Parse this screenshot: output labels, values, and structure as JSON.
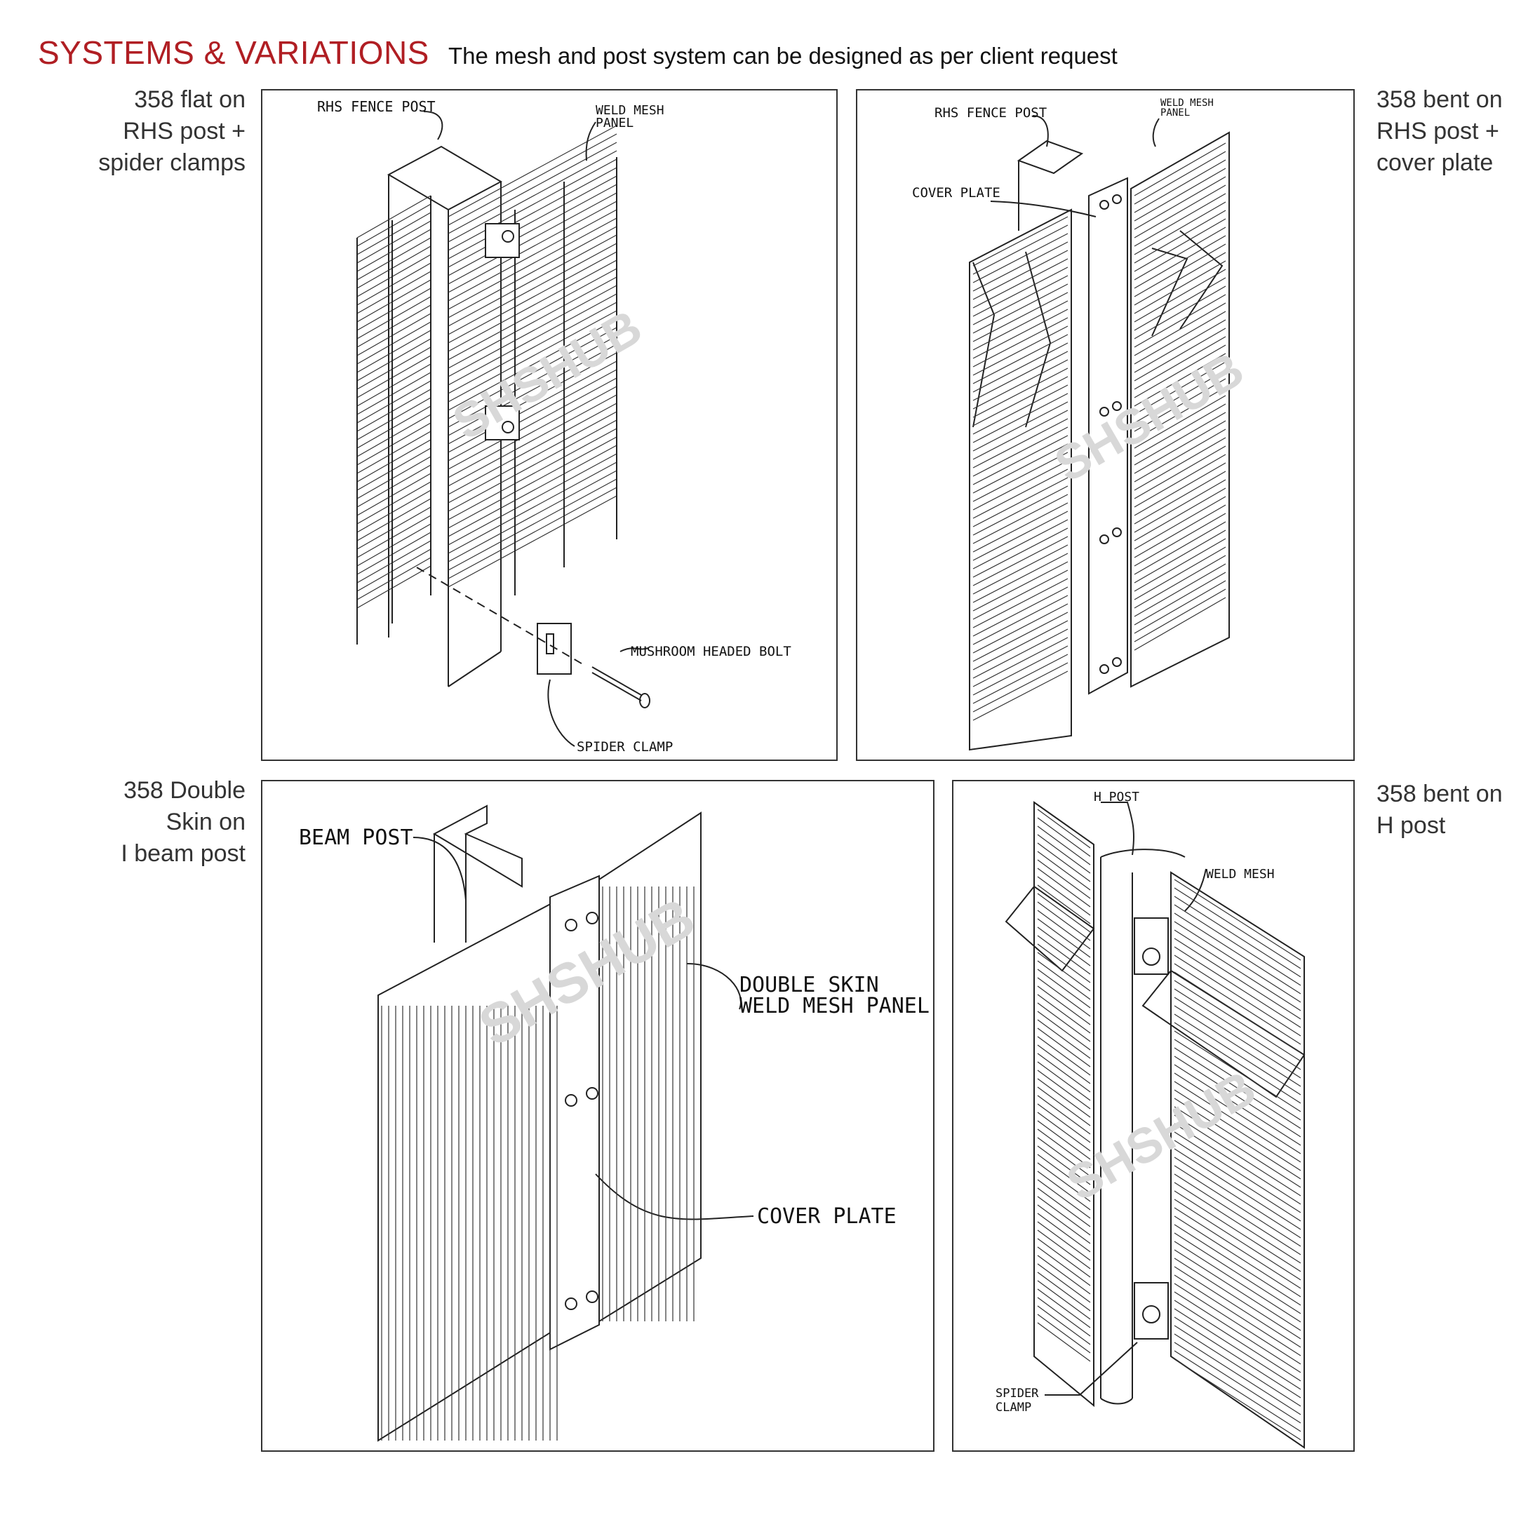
{
  "header": {
    "title": "SYSTEMS & VARIATIONS",
    "subtitle": "The mesh and post system can be designed as per client request"
  },
  "panels": [
    {
      "caption": [
        "358 flat on",
        "RHS post +",
        "spider clamps"
      ],
      "labels": {
        "post": "RHS FENCE POST",
        "mesh1": "WELD MESH",
        "mesh2": "PANEL",
        "bolt": "MUSHROOM HEADED BOLT",
        "clamp": "SPIDER CLAMP"
      }
    },
    {
      "caption": [
        "358 bent on",
        "RHS post +",
        "cover plate"
      ],
      "labels": {
        "post": "RHS FENCE POST",
        "mesh1": "WELD MESH",
        "mesh2": "PANEL",
        "plate": "COVER PLATE"
      }
    },
    {
      "caption": [
        "358 Double",
        "Skin on",
        "I beam post"
      ],
      "labels": {
        "post": "BEAM POST",
        "mesh1": "DOUBLE SKIN",
        "mesh2": "WELD MESH PANEL",
        "plate": "COVER PLATE"
      }
    },
    {
      "caption": [
        "358 bent on",
        "H post"
      ],
      "labels": {
        "post": "H POST",
        "mesh": "WELD MESH",
        "clamp1": "SPIDER",
        "clamp2": "CLAMP"
      }
    }
  ],
  "colors": {
    "title": "#b01e23",
    "line": "#222222",
    "frame": "#333333"
  },
  "icons": [
    "mesh-panel-drawing",
    "post-drawing",
    "clamp-drawing",
    "bolt-drawing",
    "leader-arrow"
  ]
}
